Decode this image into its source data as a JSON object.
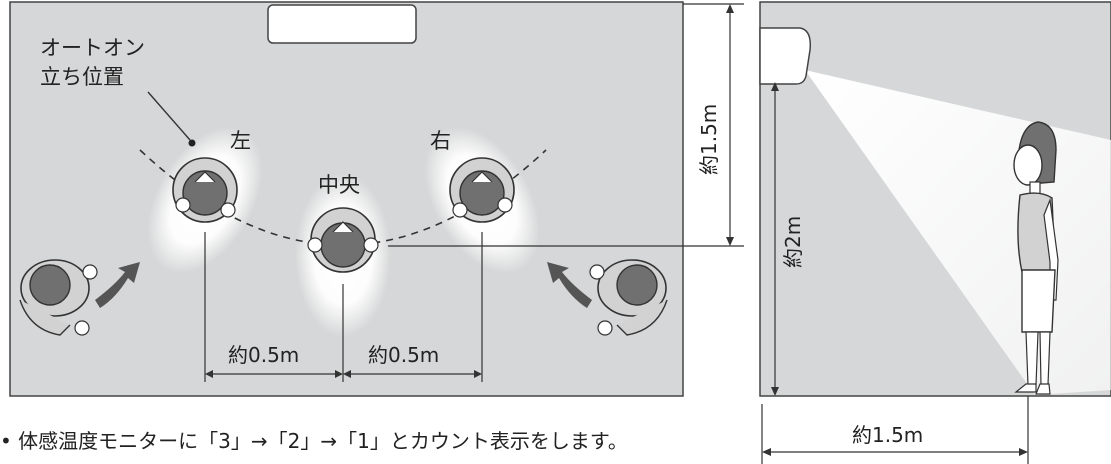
{
  "top_view": {
    "auto_on_label_line1": "オートオン",
    "auto_on_label_line2": "立ち位置",
    "pos_left": "左",
    "pos_center": "中央",
    "pos_right": "右",
    "dim_left_center": "約0.5m",
    "dim_center_right": "約0.5m",
    "dim_height": "約1.5m"
  },
  "side_view": {
    "dim_height": "約2m",
    "dim_distance": "約1.5m"
  },
  "caption": "• 体感温度モニターに「3」→「2」→「1」とカウント表示をします。",
  "colors": {
    "room_floor": "#d6d7d8",
    "border": "#444444",
    "person_head": "#707070",
    "person_body": "#d2d2d2",
    "spot_glow": "#ffffff",
    "arrow": "#555555",
    "skin": "#ffffff"
  }
}
